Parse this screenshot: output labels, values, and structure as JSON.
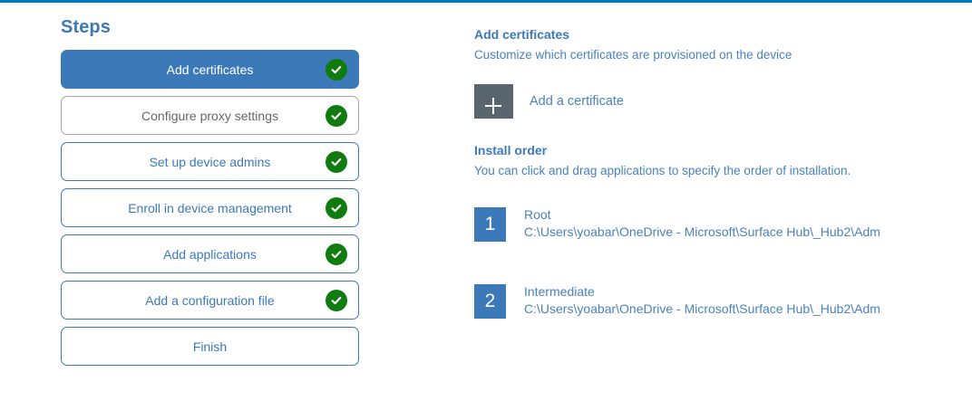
{
  "accent_color": "#0078c8",
  "brand_blue": "#3b79b8",
  "link_blue": "#4a82bd",
  "success_green": "#107c10",
  "tile_gray": "#58646e",
  "steps": {
    "heading": "Steps",
    "items": [
      {
        "label": "Add certificates",
        "state": "active",
        "completed": true,
        "check_icon": "check-circle-icon"
      },
      {
        "label": "Configure proxy settings",
        "state": "muted",
        "completed": true,
        "check_icon": "check-circle-icon"
      },
      {
        "label": "Set up device admins",
        "state": "default",
        "completed": true,
        "check_icon": "check-circle-icon"
      },
      {
        "label": "Enroll in device management",
        "state": "default",
        "completed": true,
        "check_icon": "check-circle-icon"
      },
      {
        "label": "Add applications",
        "state": "default",
        "completed": true,
        "check_icon": "check-circle-icon"
      },
      {
        "label": "Add a configuration file",
        "state": "default",
        "completed": true,
        "check_icon": "check-circle-icon"
      },
      {
        "label": "Finish",
        "state": "default",
        "completed": false,
        "check_icon": null
      }
    ]
  },
  "detail": {
    "certificates": {
      "title": "Add certificates",
      "subtitle": "Customize which certificates are provisioned on the device",
      "add_button": {
        "icon": "plus-icon",
        "label": "Add a certificate"
      }
    },
    "install_order": {
      "title": "Install order",
      "subtitle": "You can click and drag applications to specify the order of installation.",
      "items": [
        {
          "index": "1",
          "name": "Root",
          "path": "C:\\Users\\yoabar\\OneDrive - Microsoft\\Surface Hub\\_Hub2\\Adm"
        },
        {
          "index": "2",
          "name": "Intermediate",
          "path": "C:\\Users\\yoabar\\OneDrive - Microsoft\\Surface Hub\\_Hub2\\Adm"
        }
      ]
    }
  }
}
